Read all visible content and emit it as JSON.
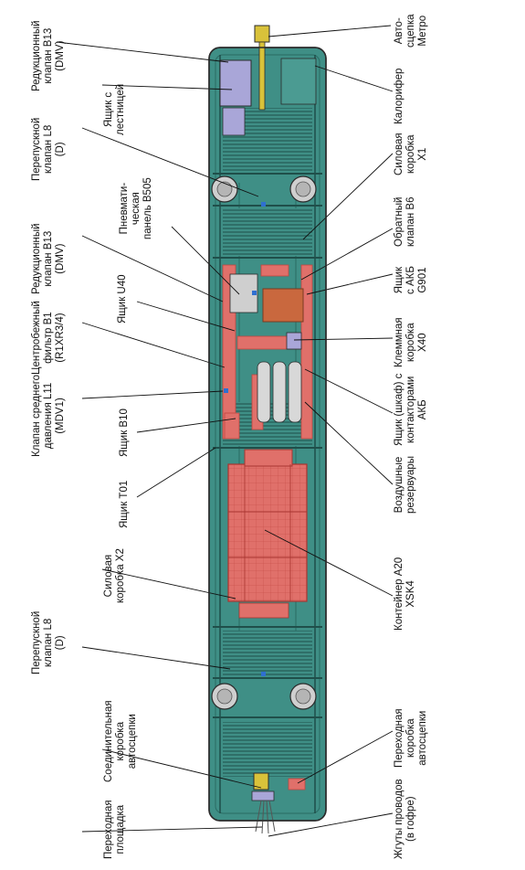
{
  "labels": {
    "reducer_top": [
      "Редукционный",
      "клапан B13",
      "(DMV)"
    ],
    "ladder_box": [
      "Ящик с",
      "лестницей"
    ],
    "bypass_top": [
      "Перепускной",
      "клапан L8",
      "(D)"
    ],
    "pneumo_panel": [
      "Пневмати-",
      "ческая",
      "панель B505"
    ],
    "reducer_mid": [
      "Редукционный",
      "клапан B13",
      "(DMV)"
    ],
    "box_u40": [
      "Ящик U40"
    ],
    "centrifugal_filter": [
      "Центробежный",
      "фильтр B1",
      "(R1XR3/4)"
    ],
    "medium_pressure_valve": [
      "Клапан среднего",
      "давления L11",
      "(MDV1)"
    ],
    "box_b10": [
      "Ящик B10"
    ],
    "box_t01": [
      "Ящик T01"
    ],
    "power_box_x2": [
      "Силовая",
      "коробка X2"
    ],
    "bypass_bottom": [
      "Перепускной",
      "клапан L8",
      "(D)"
    ],
    "coupler_junction_box": [
      "Соединительная",
      "коробка",
      "автосцепки"
    ],
    "transition_platform": [
      "Переходная",
      "площадка"
    ],
    "auto_coupler_metro": [
      "Авто-",
      "сцепка",
      "Метро"
    ],
    "heater": [
      "Калорифер"
    ],
    "power_box_x1": [
      "Силовая",
      "коробка",
      "X1"
    ],
    "check_valve_b6": [
      "Обратный",
      "клапан B6"
    ],
    "battery_box_g901": [
      "Ящик",
      "с АКБ",
      "G901"
    ],
    "terminal_box_x40": [
      "Клеммная",
      "коробка",
      "X40"
    ],
    "battery_contactor_cabinet": [
      "Ящик (шкаф) с",
      "контакторами",
      "АКБ"
    ],
    "air_reservoirs": [
      "Воздушные",
      "резервуары"
    ],
    "container_a20": [
      "Контейнер A20",
      "XSK4"
    ],
    "coupler_transition_box": [
      "Переходная",
      "коробка",
      "автосцепки"
    ],
    "wire_harness": [
      "Жгуты проводов",
      "(в гофре)"
    ]
  },
  "colors": {
    "chassis": "#3f8f86",
    "chassis_dark": "#2a6b63",
    "frame_line": "#2b2b2b",
    "equipment_red": "#e0706a",
    "equipment_red_dark": "#c2453f",
    "orange_box": "#c9683e",
    "lavender": "#a9a6d8",
    "tank_grey": "#d8d8d8",
    "coupler_yellow": "#d9c23a",
    "leader_line": "#111111"
  }
}
